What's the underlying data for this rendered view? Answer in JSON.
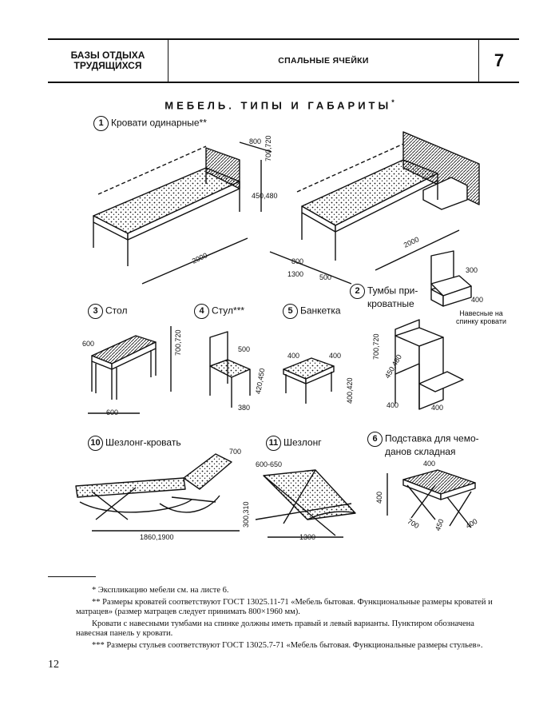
{
  "header": {
    "section": "БАЗЫ ОТДЫХА ТРУДЯЩИХСЯ",
    "subject": "СПАЛЬНЫЕ ЯЧЕЙКИ",
    "sheet": "7"
  },
  "title": {
    "text": "МЕБЕЛЬ. ТИПЫ И ГАБАРИТЫ",
    "mark": "*"
  },
  "items": [
    {
      "num": "1",
      "label": "Кровати одинарные**"
    },
    {
      "num": "2",
      "label_line1": "Тумбы при-",
      "label_line2": "кроватные",
      "sublabel": "Навесные на спинку кровати"
    },
    {
      "num": "3",
      "label": "Стол"
    },
    {
      "num": "4",
      "label": "Стул***"
    },
    {
      "num": "5",
      "label": "Банкетка"
    },
    {
      "num": "10",
      "label": "Шезлонг-кровать"
    },
    {
      "num": "11",
      "label": "Шезлонг"
    },
    {
      "num": "6",
      "label_line1": "Подставка для чемо-",
      "label_line2": "данов складная"
    }
  ],
  "dims": {
    "bed1_width": "800",
    "bed1_height": "700,720",
    "bed1_mid": "450,480",
    "bed1_length": "2000",
    "bed2_length": "2000",
    "bed2_w1": "800",
    "bed2_w2": "500",
    "bed2_total": "1300",
    "nst1_w": "300",
    "nst1_d": "400",
    "table_d": "600",
    "table_h": "700,720",
    "table_w": "600",
    "chair_back": "500",
    "chair_seat": "420,450",
    "chair_d": "380",
    "bench_a": "400",
    "bench_b": "400",
    "bench_h": "400,420",
    "nst2_h": "700,720",
    "nst2_mid": "450,480",
    "nst2_w": "400",
    "nst2_d": "400",
    "lounger_bed_w": "700",
    "lounger_bed_h": "300,310",
    "lounger_bed_l": "1860,1900",
    "lounger_w": "600-650",
    "lounger_l": "1300",
    "stand_w": "400",
    "stand_h": "400",
    "stand_l": "700",
    "stand_d": "450",
    "stand_d2": "400"
  },
  "notes": [
    "* Экспликацию мебели см. на листе 6.",
    "** Размеры кроватей соответствуют ГОСТ 13025.11-71 «Мебель бытовая. Функциональные размеры кроватей и матрацев» (размер матрацев следует принимать 800×1960 мм).",
    "Кровати с навесными тумбами на спинке должны иметь правый и левый варианты. Пунктиром обозначена навесная панель у кровати.",
    "*** Размеры стульев соответствуют ГОСТ 13025.7-71 «Мебель бытовая. Функциональные размеры стульев»."
  ],
  "page_number": "12"
}
